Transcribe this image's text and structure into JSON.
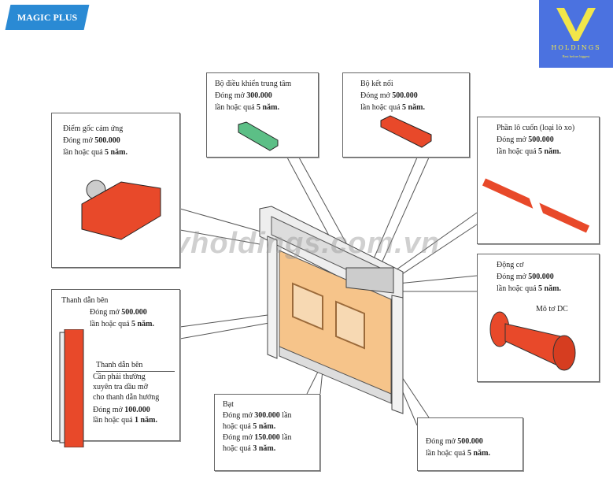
{
  "brand": {
    "badge": "MAGIC PLUS",
    "logo_name": "HOLDINGS",
    "logo_tagline": "Best before biggest"
  },
  "watermark": "vholdings.com.vn",
  "colors": {
    "badge": "#2a8ad4",
    "logo_bg": "#4b72e0",
    "logo_fg": "#f2e64a",
    "part_red": "#e8492a",
    "part_green": "#5cbf86",
    "curtain": "#f6c48a"
  },
  "callouts": {
    "controller": {
      "title": "Bộ điều khiển trung tâm",
      "l1": "Đóng mở ",
      "v1": "300.000",
      "l2": "lần hoặc quá ",
      "v2": "5 năm."
    },
    "connector": {
      "title": "Bộ kết nối",
      "l1": "Đóng mở ",
      "v1": "500.000",
      "l2": "lần hoặc quá ",
      "v2": "5 năm."
    },
    "sensor": {
      "title": "Điểm gốc cảm ứng",
      "l1": "Đóng mở ",
      "v1": "500.000",
      "l2": "lần hoặc quá ",
      "v2": "5 năm."
    },
    "roller": {
      "title": "Phần lô cuốn (loại lò xo)",
      "l1": "Đóng mở ",
      "v1": "500.000",
      "l2": "lần hoặc quá ",
      "v2": "5 năm."
    },
    "motor": {
      "title": "Động cơ",
      "l1": "Đóng mở ",
      "v1": "500.000",
      "l2": "lần hoặc quá ",
      "v2": "5 năm.",
      "sub_label": "Mô tơ DC"
    },
    "guide": {
      "title": "Thanh dẫn bên",
      "l1": "Đóng mở ",
      "v1": "500.000",
      "l2": "lần hoặc quá ",
      "v2": "5 năm.",
      "sub_title": "Thanh dẫn bên",
      "note1": "Cần phải thường",
      "note2": "xuyên tra dầu mỡ",
      "note3": "cho thanh dẫn hướng",
      "l3": "Đóng mở ",
      "v3": "100.000",
      "l4": "lần hoặc quá ",
      "v4": "1 năm."
    },
    "curtain": {
      "title": "Bạt",
      "l1": "Đóng mở ",
      "v1": "300.000",
      "l1b": " lần",
      "l2": "hoặc quá ",
      "v2": "5 năm.",
      "l3": "Đóng mở ",
      "v3": "150.000",
      "l3b": " lần",
      "l4": "hoặc quá ",
      "v4": "3 năm."
    },
    "bottom": {
      "l1": "Đóng mở ",
      "v1": "500.000",
      "l2": "lần hoặc quá ",
      "v2": "5 năm."
    }
  }
}
